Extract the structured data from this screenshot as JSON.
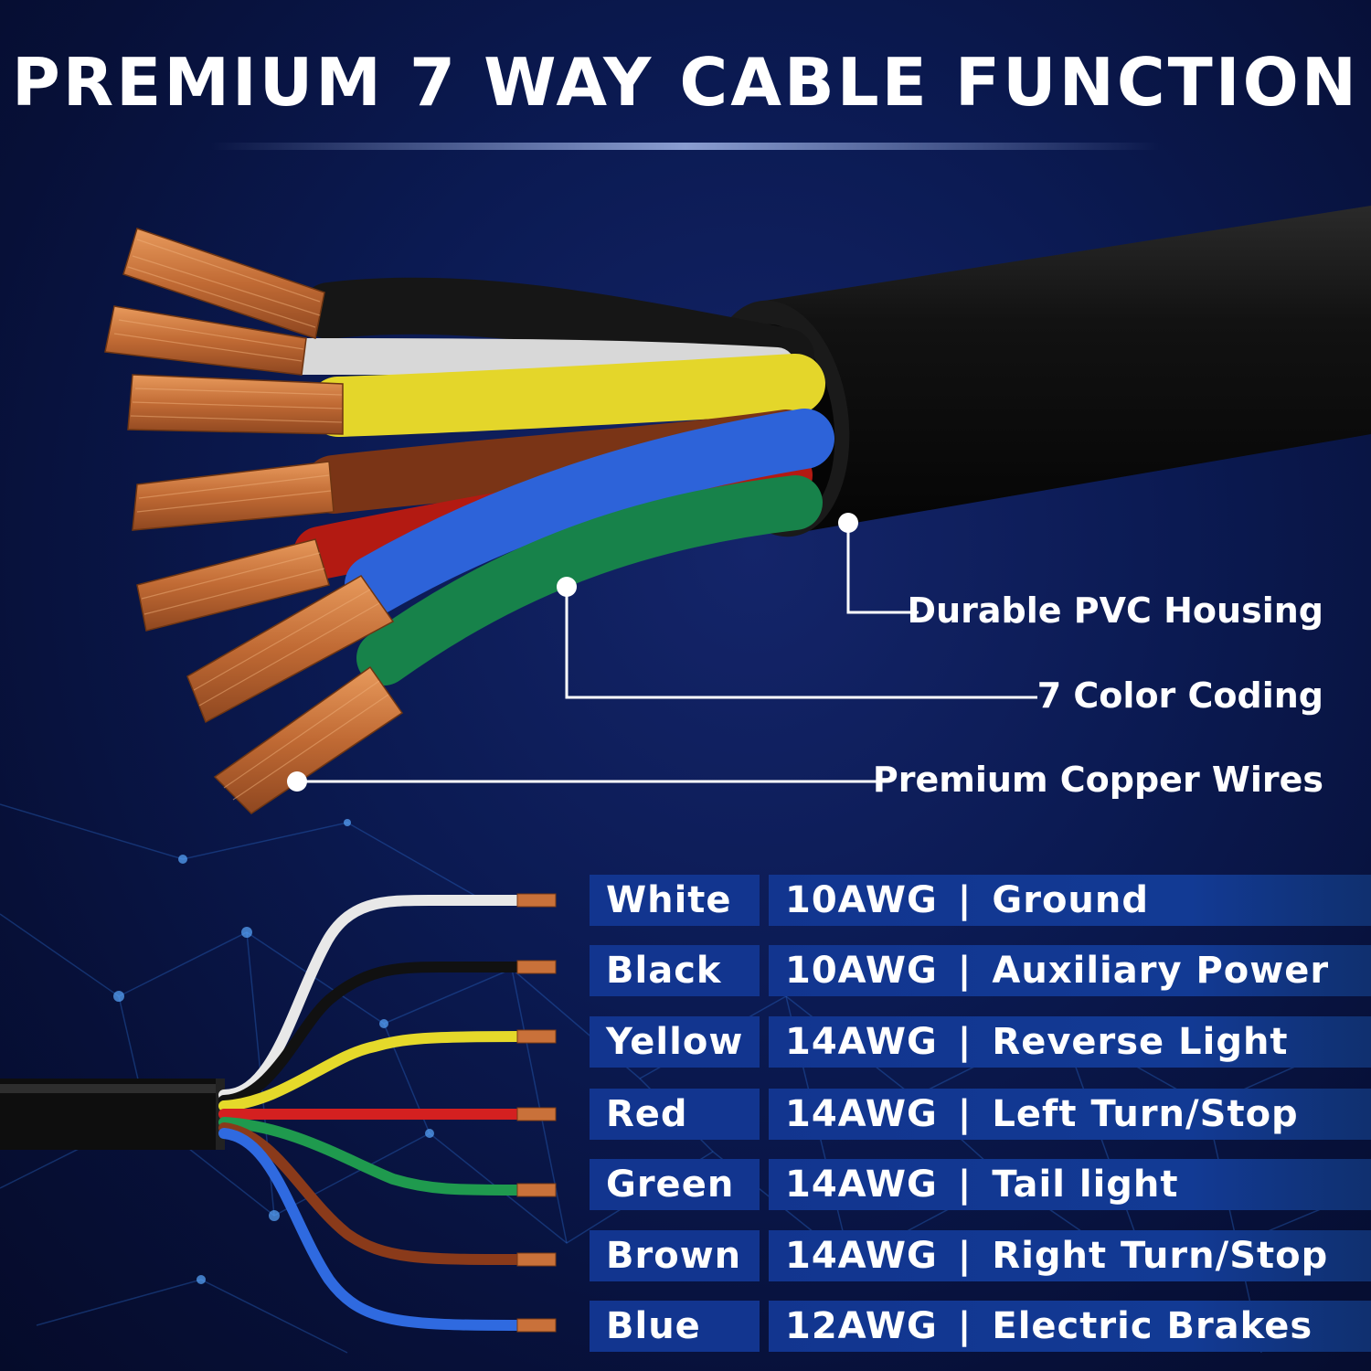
{
  "title": "PREMIUM 7 WAY CABLE FUNCTION",
  "callouts": [
    {
      "label": "Durable PVC Housing"
    },
    {
      "label": "7 Color Coding"
    },
    {
      "label": "Premium Copper Wires"
    }
  ],
  "wires": [
    {
      "color_name": "White",
      "gauge": "10AWG",
      "function": "Ground",
      "hex": "#e8e8e8"
    },
    {
      "color_name": "Black",
      "gauge": "10AWG",
      "function": "Auxiliary Power",
      "hex": "#111111"
    },
    {
      "color_name": "Yellow",
      "gauge": "14AWG",
      "function": "Reverse Light",
      "hex": "#e5d92a"
    },
    {
      "color_name": "Red",
      "gauge": "14AWG",
      "function": "Left Turn/Stop",
      "hex": "#d42020"
    },
    {
      "color_name": "Green",
      "gauge": "14AWG",
      "function": "Tail light",
      "hex": "#1f9a4e"
    },
    {
      "color_name": "Brown",
      "gauge": "14AWG",
      "function": "Right Turn/Stop",
      "hex": "#8a3a1a"
    },
    {
      "color_name": "Blue",
      "gauge": "12AWG",
      "function": "Electric Brakes",
      "hex": "#2f6ae0"
    }
  ],
  "colors": {
    "background": "#0b1a52",
    "label_bar": "#12358f",
    "copper": "#c9713a",
    "jacket": "#0c0c0c"
  },
  "separator": "|"
}
